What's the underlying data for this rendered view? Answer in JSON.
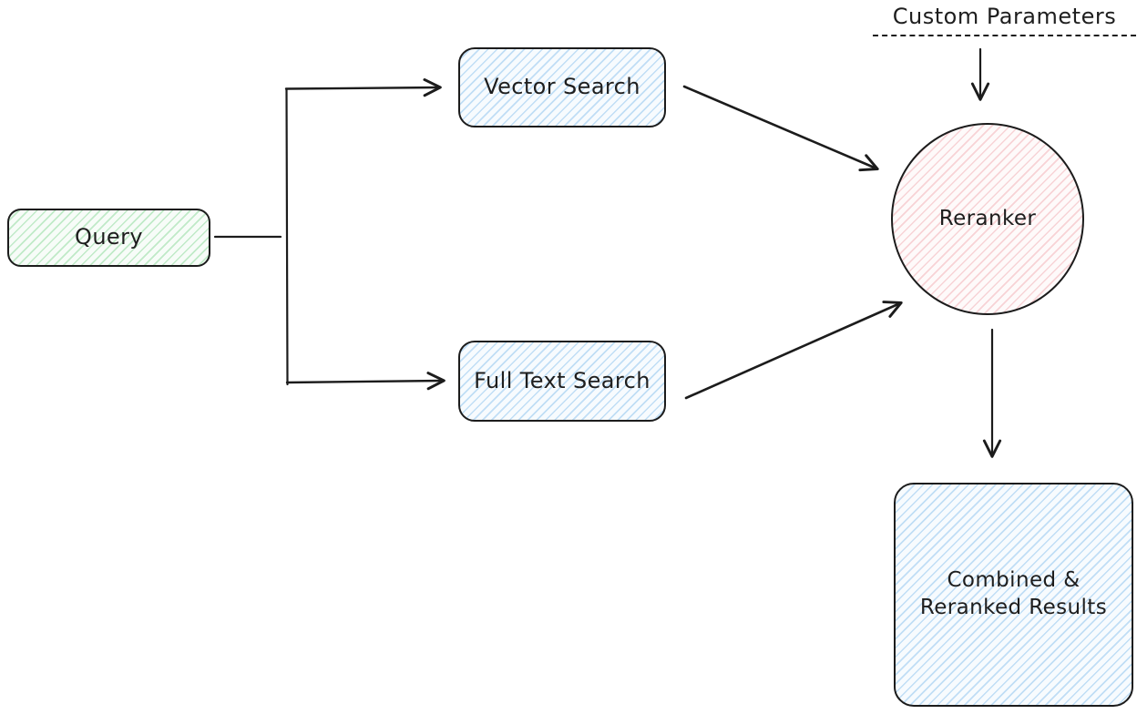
{
  "diagram": {
    "title": "Hybrid search with reranking flow diagram",
    "background": "#ffffff",
    "stroke_color": "#1c1c1c",
    "colors": {
      "green_hachure": "#40c057",
      "blue_hachure": "#4299e1",
      "red_hachure": "#e04957"
    },
    "nodes": {
      "query": {
        "label": "Query",
        "shape": "rounded-rectangle",
        "fill": "green-hachure"
      },
      "vector_search": {
        "label": "Vector Search",
        "shape": "rounded-rectangle",
        "fill": "blue-hachure"
      },
      "full_text_search": {
        "label": "Full Text Search",
        "shape": "rounded-rectangle",
        "fill": "blue-hachure"
      },
      "reranker": {
        "label": "Reranker",
        "shape": "circle",
        "fill": "red-hachure"
      },
      "custom_parameters": {
        "label": "Custom Parameters",
        "shape": "text-with-dashed-underline",
        "fill": "none"
      },
      "combined_results": {
        "label": "Combined & Reranked Results",
        "shape": "rounded-rectangle",
        "fill": "blue-hachure"
      }
    },
    "edges": [
      {
        "from": "query",
        "to": "vector_search",
        "type": "elbow-arrow"
      },
      {
        "from": "query",
        "to": "full_text_search",
        "type": "elbow-arrow"
      },
      {
        "from": "vector_search",
        "to": "reranker",
        "type": "straight-arrow"
      },
      {
        "from": "full_text_search",
        "to": "reranker",
        "type": "straight-arrow"
      },
      {
        "from": "custom_parameters",
        "to": "reranker",
        "type": "straight-arrow"
      },
      {
        "from": "reranker",
        "to": "combined_results",
        "type": "straight-arrow"
      }
    ]
  }
}
